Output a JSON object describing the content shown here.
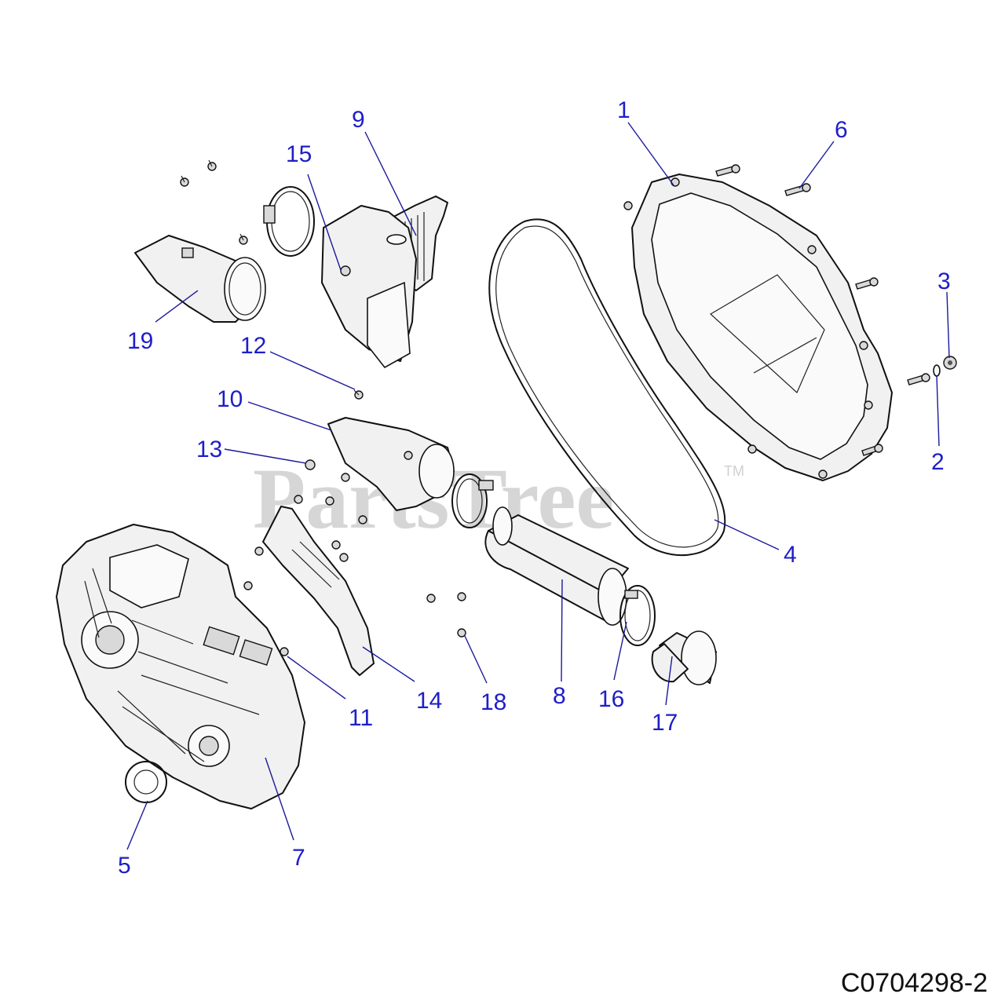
{
  "watermark": {
    "text": "PartsTree",
    "trademark": "TM"
  },
  "diagram_code": "C0704298-2",
  "callouts": [
    {
      "id": "1",
      "label": "1"
    },
    {
      "id": "2",
      "label": "2"
    },
    {
      "id": "3",
      "label": "3"
    },
    {
      "id": "4",
      "label": "4"
    },
    {
      "id": "5",
      "label": "5"
    },
    {
      "id": "6",
      "label": "6"
    },
    {
      "id": "7",
      "label": "7"
    },
    {
      "id": "8",
      "label": "8"
    },
    {
      "id": "9",
      "label": "9"
    },
    {
      "id": "10",
      "label": "10"
    },
    {
      "id": "11",
      "label": "11"
    },
    {
      "id": "12",
      "label": "12"
    },
    {
      "id": "13",
      "label": "13"
    },
    {
      "id": "14",
      "label": "14"
    },
    {
      "id": "15",
      "label": "15"
    },
    {
      "id": "16",
      "label": "16"
    },
    {
      "id": "17",
      "label": "17"
    },
    {
      "id": "18",
      "label": "18"
    },
    {
      "id": "19",
      "label": "19"
    }
  ]
}
